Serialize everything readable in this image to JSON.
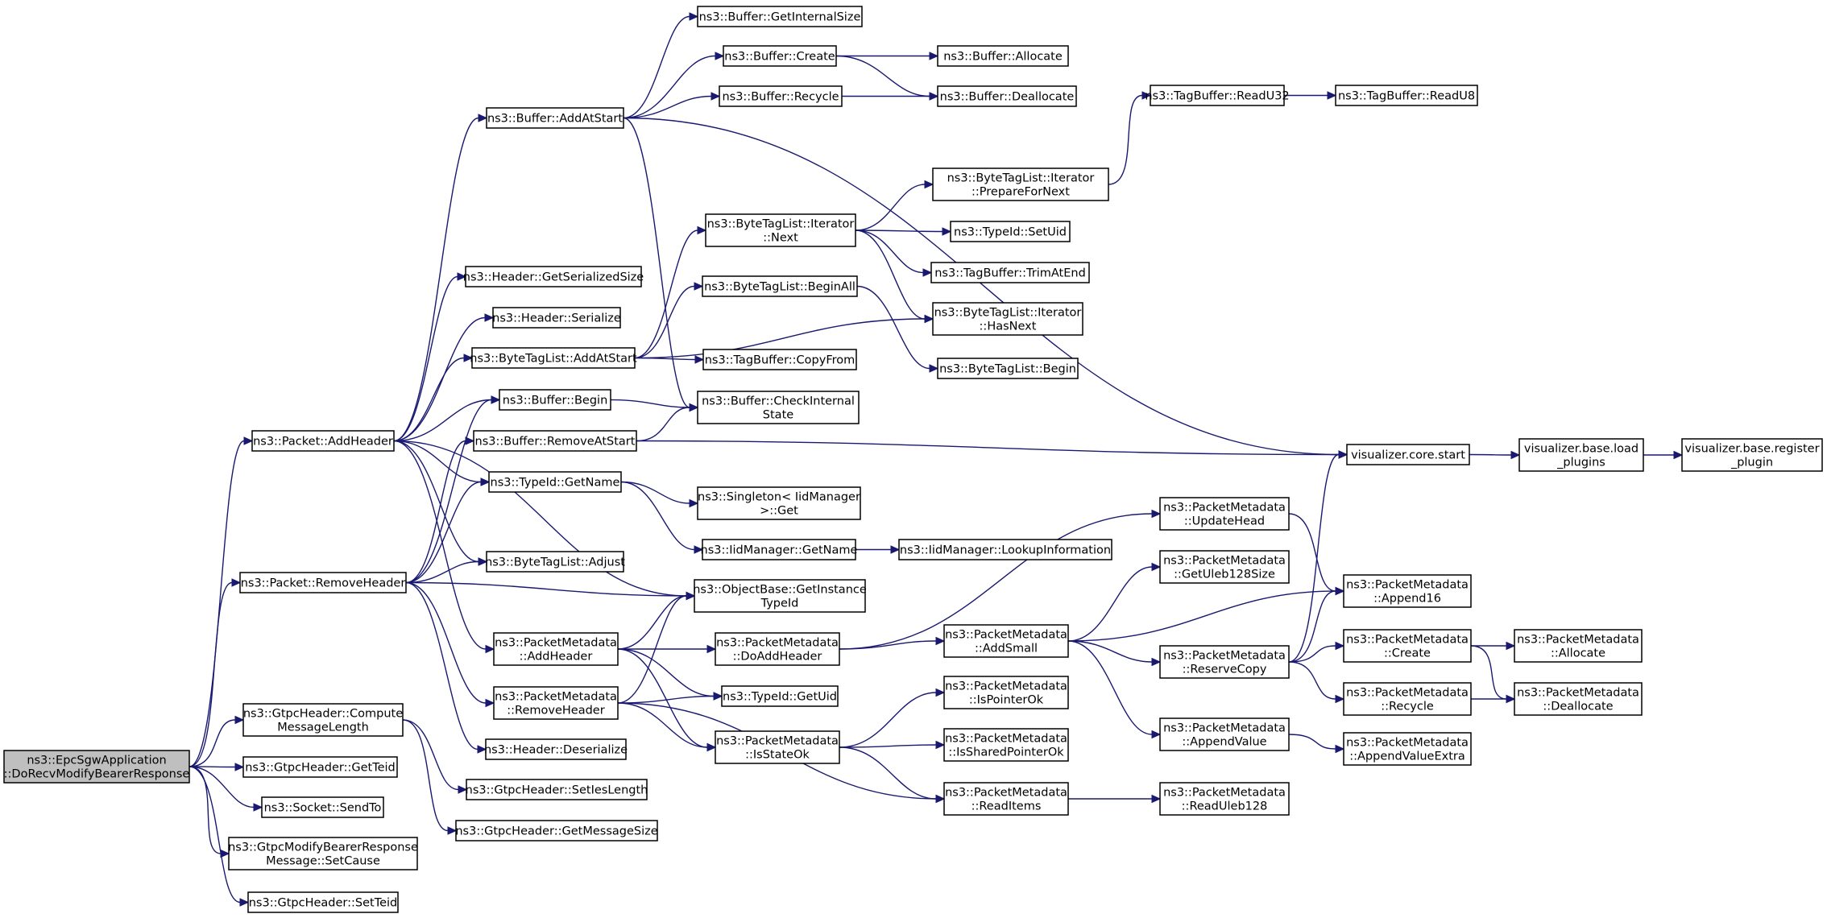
{
  "diagram": {
    "title": "",
    "nodes": {
      "root": [
        "ns3::EpcSgwApplication",
        "::DoRecvModifyBearerResponse"
      ],
      "addheader": [
        "ns3::Packet::AddHeader"
      ],
      "removeheader": [
        "ns3::Packet::RemoveHeader"
      ],
      "computelen": [
        "ns3::GtpcHeader::Compute",
        "MessageLength"
      ],
      "getteid": [
        "ns3::GtpcHeader::GetTeid"
      ],
      "sendto": [
        "ns3::Socket::SendTo"
      ],
      "setcause": [
        "ns3::GtpcModifyBearerResponse",
        "Message::SetCause"
      ],
      "setteid": [
        "ns3::GtpcHeader::SetTeid"
      ],
      "buf_addatstart": [
        "ns3::Buffer::AddAtStart"
      ],
      "hdr_getsersize": [
        "ns3::Header::GetSerializedSize"
      ],
      "hdr_serialize": [
        "ns3::Header::Serialize"
      ],
      "btl_addatstart": [
        "ns3::ByteTagList::AddAtStart"
      ],
      "buf_begin": [
        "ns3::Buffer::Begin"
      ],
      "buf_removeatstart": [
        "ns3::Buffer::RemoveAtStart"
      ],
      "typeid_getname": [
        "ns3::TypeId::GetName"
      ],
      "btl_adjust": [
        "ns3::ByteTagList::Adjust"
      ],
      "pm_addheader": [
        "ns3::PacketMetadata",
        "::AddHeader"
      ],
      "pm_removeheader": [
        "ns3::PacketMetadata",
        "::RemoveHeader"
      ],
      "hdr_deserialize": [
        "ns3::Header::Deserialize"
      ],
      "gh_setieslength": [
        "ns3::GtpcHeader::SetIesLength"
      ],
      "gh_getmsgsize": [
        "ns3::GtpcHeader::GetMessageSize"
      ],
      "buf_getinternalsize": [
        "ns3::Buffer::GetInternalSize"
      ],
      "buf_create": [
        "ns3::Buffer::Create"
      ],
      "buf_recycle": [
        "ns3::Buffer::Recycle"
      ],
      "btl_it_next": [
        "ns3::ByteTagList::Iterator",
        "::Next"
      ],
      "btl_beginall": [
        "ns3::ByteTagList::BeginAll"
      ],
      "tb_copyfrom": [
        "ns3::TagBuffer::CopyFrom"
      ],
      "buf_checkinternal": [
        "ns3::Buffer::CheckInternal",
        "State"
      ],
      "singleton_get": [
        "ns3::Singleton< IidManager",
        ">::Get"
      ],
      "iid_getname": [
        "ns3::IidManager::GetName"
      ],
      "ob_getinstancetypeid": [
        "ns3::ObjectBase::GetInstance",
        "TypeId"
      ],
      "pm_doaddheader": [
        "ns3::PacketMetadata",
        "::DoAddHeader"
      ],
      "typeid_getuid": [
        "ns3::TypeId::GetUid"
      ],
      "pm_isstateok": [
        "ns3::PacketMetadata",
        "::IsStateOk"
      ],
      "buf_allocate": [
        "ns3::Buffer::Allocate"
      ],
      "buf_deallocate": [
        "ns3::Buffer::Deallocate"
      ],
      "btl_it_preparefornext": [
        "ns3::ByteTagList::Iterator",
        "::PrepareForNext"
      ],
      "typeid_setuid": [
        "ns3::TypeId::SetUid"
      ],
      "tb_trimatend": [
        "ns3::TagBuffer::TrimAtEnd"
      ],
      "btl_it_hasnext": [
        "ns3::ByteTagList::Iterator",
        "::HasNext"
      ],
      "btl_begin": [
        "ns3::ByteTagList::Begin"
      ],
      "iid_lookupinfo": [
        "ns3::IidManager::LookupInformation"
      ],
      "pm_addsmall": [
        "ns3::PacketMetadata",
        "::AddSmall"
      ],
      "pm_ispointerok": [
        "ns3::PacketMetadata",
        "::IsPointerOk"
      ],
      "pm_issharedpointerok": [
        "ns3::PacketMetadata",
        "::IsSharedPointerOk"
      ],
      "pm_readitems": [
        "ns3::PacketMetadata",
        "::ReadItems"
      ],
      "tb_readu32": [
        "ns3::TagBuffer::ReadU32"
      ],
      "tb_readu8": [
        "ns3::TagBuffer::ReadU8"
      ],
      "pm_updatehead": [
        "ns3::PacketMetadata",
        "::UpdateHead"
      ],
      "pm_getuleb128size": [
        "ns3::PacketMetadata",
        "::GetUleb128Size"
      ],
      "pm_reservecopy": [
        "ns3::PacketMetadata",
        "::ReserveCopy"
      ],
      "pm_appendvalue": [
        "ns3::PacketMetadata",
        "::AppendValue"
      ],
      "pm_readuleb128": [
        "ns3::PacketMetadata",
        "::ReadUleb128"
      ],
      "vis_core_start": [
        "visualizer.core.start"
      ],
      "pm_append16": [
        "ns3::PacketMetadata",
        "::Append16"
      ],
      "pm_create": [
        "ns3::PacketMetadata",
        "::Create"
      ],
      "pm_recycle": [
        "ns3::PacketMetadata",
        "::Recycle"
      ],
      "pm_appendvalueextra": [
        "ns3::PacketMetadata",
        "::AppendValueExtra"
      ],
      "vis_base_loadplugins": [
        "visualizer.base.load",
        "_plugins"
      ],
      "vis_base_registerplugin": [
        "visualizer.base.register",
        "_plugin"
      ],
      "pm_allocate": [
        "ns3::PacketMetadata",
        "::Allocate"
      ],
      "pm_deallocate": [
        "ns3::PacketMetadata",
        "::Deallocate"
      ]
    },
    "edges": [
      [
        "root",
        "addheader"
      ],
      [
        "root",
        "removeheader"
      ],
      [
        "root",
        "computelen"
      ],
      [
        "root",
        "getteid"
      ],
      [
        "root",
        "sendto"
      ],
      [
        "root",
        "setcause"
      ],
      [
        "root",
        "setteid"
      ],
      [
        "addheader",
        "buf_addatstart"
      ],
      [
        "addheader",
        "hdr_getsersize"
      ],
      [
        "addheader",
        "hdr_serialize"
      ],
      [
        "addheader",
        "btl_addatstart"
      ],
      [
        "addheader",
        "buf_begin"
      ],
      [
        "addheader",
        "typeid_getname"
      ],
      [
        "addheader",
        "btl_adjust"
      ],
      [
        "addheader",
        "pm_addheader"
      ],
      [
        "addheader",
        "ob_getinstancetypeid"
      ],
      [
        "removeheader",
        "buf_begin"
      ],
      [
        "removeheader",
        "buf_removeatstart"
      ],
      [
        "removeheader",
        "typeid_getname"
      ],
      [
        "removeheader",
        "btl_adjust"
      ],
      [
        "removeheader",
        "ob_getinstancetypeid"
      ],
      [
        "removeheader",
        "pm_removeheader"
      ],
      [
        "removeheader",
        "hdr_deserialize"
      ],
      [
        "computelen",
        "gh_setieslength"
      ],
      [
        "computelen",
        "gh_getmsgsize"
      ],
      [
        "buf_addatstart",
        "buf_getinternalsize"
      ],
      [
        "buf_addatstart",
        "buf_create"
      ],
      [
        "buf_addatstart",
        "buf_recycle"
      ],
      [
        "buf_addatstart",
        "buf_checkinternal"
      ],
      [
        "buf_addatstart",
        "vis_core_start"
      ],
      [
        "btl_addatstart",
        "btl_it_next"
      ],
      [
        "btl_addatstart",
        "btl_it_hasnext"
      ],
      [
        "btl_addatstart",
        "btl_beginall"
      ],
      [
        "btl_addatstart",
        "tb_copyfrom"
      ],
      [
        "buf_begin",
        "buf_checkinternal"
      ],
      [
        "buf_removeatstart",
        "buf_checkinternal"
      ],
      [
        "buf_removeatstart",
        "vis_core_start"
      ],
      [
        "typeid_getname",
        "singleton_get"
      ],
      [
        "typeid_getname",
        "iid_getname"
      ],
      [
        "pm_addheader",
        "ob_getinstancetypeid"
      ],
      [
        "pm_addheader",
        "pm_doaddheader"
      ],
      [
        "pm_addheader",
        "typeid_getuid"
      ],
      [
        "pm_addheader",
        "pm_isstateok"
      ],
      [
        "pm_removeheader",
        "ob_getinstancetypeid"
      ],
      [
        "pm_removeheader",
        "typeid_getuid"
      ],
      [
        "pm_removeheader",
        "pm_isstateok"
      ],
      [
        "pm_removeheader",
        "pm_readitems"
      ],
      [
        "buf_create",
        "buf_allocate"
      ],
      [
        "buf_create",
        "buf_deallocate"
      ],
      [
        "buf_recycle",
        "buf_deallocate"
      ],
      [
        "btl_it_next",
        "btl_it_preparefornext"
      ],
      [
        "btl_it_next",
        "typeid_setuid"
      ],
      [
        "btl_it_next",
        "tb_trimatend"
      ],
      [
        "btl_it_next",
        "btl_it_hasnext"
      ],
      [
        "btl_beginall",
        "btl_begin"
      ],
      [
        "iid_getname",
        "iid_lookupinfo"
      ],
      [
        "pm_doaddheader",
        "pm_updatehead"
      ],
      [
        "pm_doaddheader",
        "pm_addsmall"
      ],
      [
        "pm_isstateok",
        "pm_ispointerok"
      ],
      [
        "pm_isstateok",
        "pm_issharedpointerok"
      ],
      [
        "pm_isstateok",
        "pm_readitems"
      ],
      [
        "btl_it_preparefornext",
        "tb_readu32"
      ],
      [
        "tb_readu32",
        "tb_readu8"
      ],
      [
        "pm_addsmall",
        "pm_getuleb128size"
      ],
      [
        "pm_addsmall",
        "pm_append16"
      ],
      [
        "pm_addsmall",
        "pm_reservecopy"
      ],
      [
        "pm_addsmall",
        "pm_appendvalue"
      ],
      [
        "pm_readitems",
        "pm_readuleb128"
      ],
      [
        "pm_updatehead",
        "pm_append16"
      ],
      [
        "pm_reservecopy",
        "vis_core_start"
      ],
      [
        "pm_reservecopy",
        "pm_append16"
      ],
      [
        "pm_reservecopy",
        "pm_create"
      ],
      [
        "pm_reservecopy",
        "pm_recycle"
      ],
      [
        "pm_appendvalue",
        "pm_appendvalueextra"
      ],
      [
        "vis_core_start",
        "vis_base_loadplugins"
      ],
      [
        "vis_base_loadplugins",
        "vis_base_registerplugin"
      ],
      [
        "pm_create",
        "pm_allocate"
      ],
      [
        "pm_create",
        "pm_deallocate"
      ],
      [
        "pm_recycle",
        "pm_deallocate"
      ]
    ]
  }
}
